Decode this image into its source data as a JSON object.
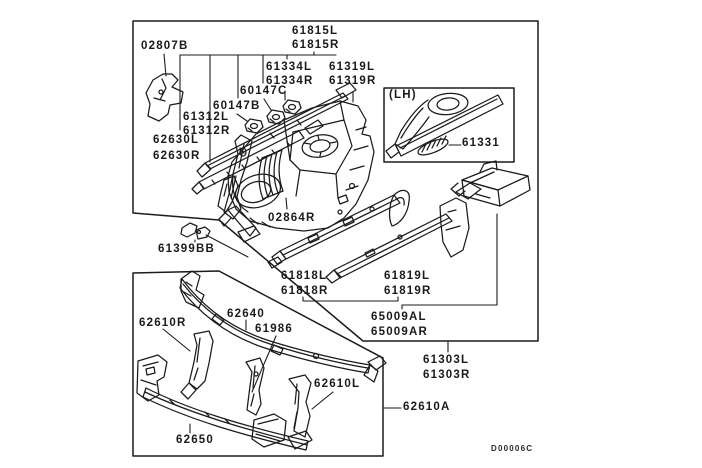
{
  "diagram": {
    "type": "parts-diagram",
    "drawing_code": "D00006C",
    "stroke_color": "#1b1b1b",
    "background": "#ffffff",
    "inset_note": "(LH)",
    "part_labels": {
      "p02807B": "02807B",
      "p61815L": "61815L",
      "p61815R": "61815R",
      "p61334L": "61334L",
      "p61334R": "61334R",
      "p61319L": "61319L",
      "p61319R": "61319R",
      "p60147C": "60147C",
      "p60147B": "60147B",
      "p61312L": "61312L",
      "p61312R": "61312R",
      "p62630L": "62630L",
      "p62630R": "62630R",
      "p61331": "61331",
      "p02864R": "02864R",
      "p61399BB": "61399BB",
      "p61818L": "61818L",
      "p61818R": "61818R",
      "p61819L": "61819L",
      "p61819R": "61819R",
      "p65009AL": "65009AL",
      "p65009AR": "65009AR",
      "p61303L": "61303L",
      "p61303R": "61303R",
      "p62610R": "62610R",
      "p62640": "62640",
      "p61986": "61986",
      "p62610L": "62610L",
      "p62610A": "62610A",
      "p62650": "62650"
    }
  }
}
